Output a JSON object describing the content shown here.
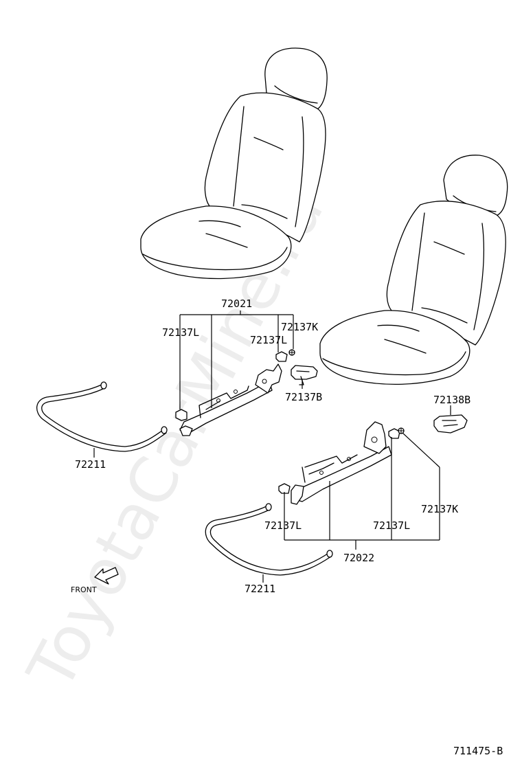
{
  "watermark": "ToyotaCarMine.ru",
  "figure_code": "711475-B",
  "front_label": "FRONT",
  "callouts": {
    "upper_assembly": "72021",
    "upper_left_rail_piece": "72137L",
    "upper_right_rail_piece": "72137L",
    "upper_k": "72137K",
    "upper_b": "72137B",
    "upper_wire": "72211",
    "lower_b": "72138B",
    "lower_k": "72137K",
    "lower_left_rail_piece": "72137L",
    "lower_right_rail_piece": "72137L",
    "lower_assembly": "72022",
    "lower_wire": "72211"
  }
}
